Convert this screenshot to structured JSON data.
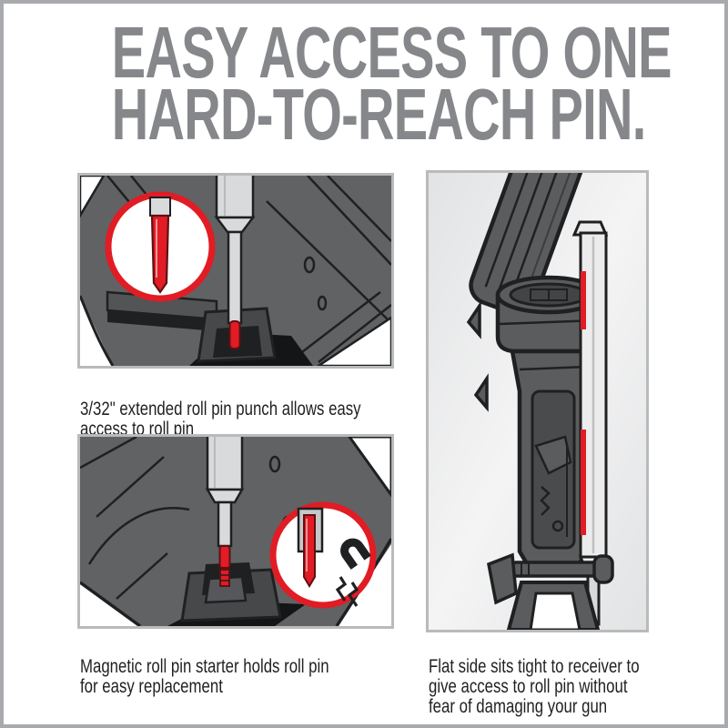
{
  "header": {
    "line1": "EASY ACCESS TO ONE",
    "line2": "HARD-TO-REACH PIN.",
    "color": "#85878a"
  },
  "panels": [
    {
      "id": "extended-punch",
      "caption_lines": [
        "3/32\" extended roll pin punch allows easy",
        "access to roll pin"
      ]
    },
    {
      "id": "magnetic-starter",
      "caption_lines": [
        "Magnetic roll pin starter holds roll pin",
        "for easy replacement"
      ]
    },
    {
      "id": "flat-side",
      "caption_lines": [
        "Flat side sits tight to receiver to",
        "give access to roll pin without",
        "fear of damaging your gun"
      ]
    }
  ],
  "icons": {
    "magnet_icon": "horseshoe-magnet-with-spark-lines",
    "callout_circle": "red-ring-closeup"
  },
  "colors": {
    "accent_red": "#e11c24",
    "dark_red_outline": "#5f1113",
    "headline_gray": "#85878a",
    "caption_black": "#221f20",
    "illustration_gray": "#606264",
    "outline_black": "#1f2021",
    "tool_gray": "#d9dadb",
    "panel_border": "#b9babc",
    "page_border": "#a8aaad",
    "panel3_background": "#eceded"
  }
}
